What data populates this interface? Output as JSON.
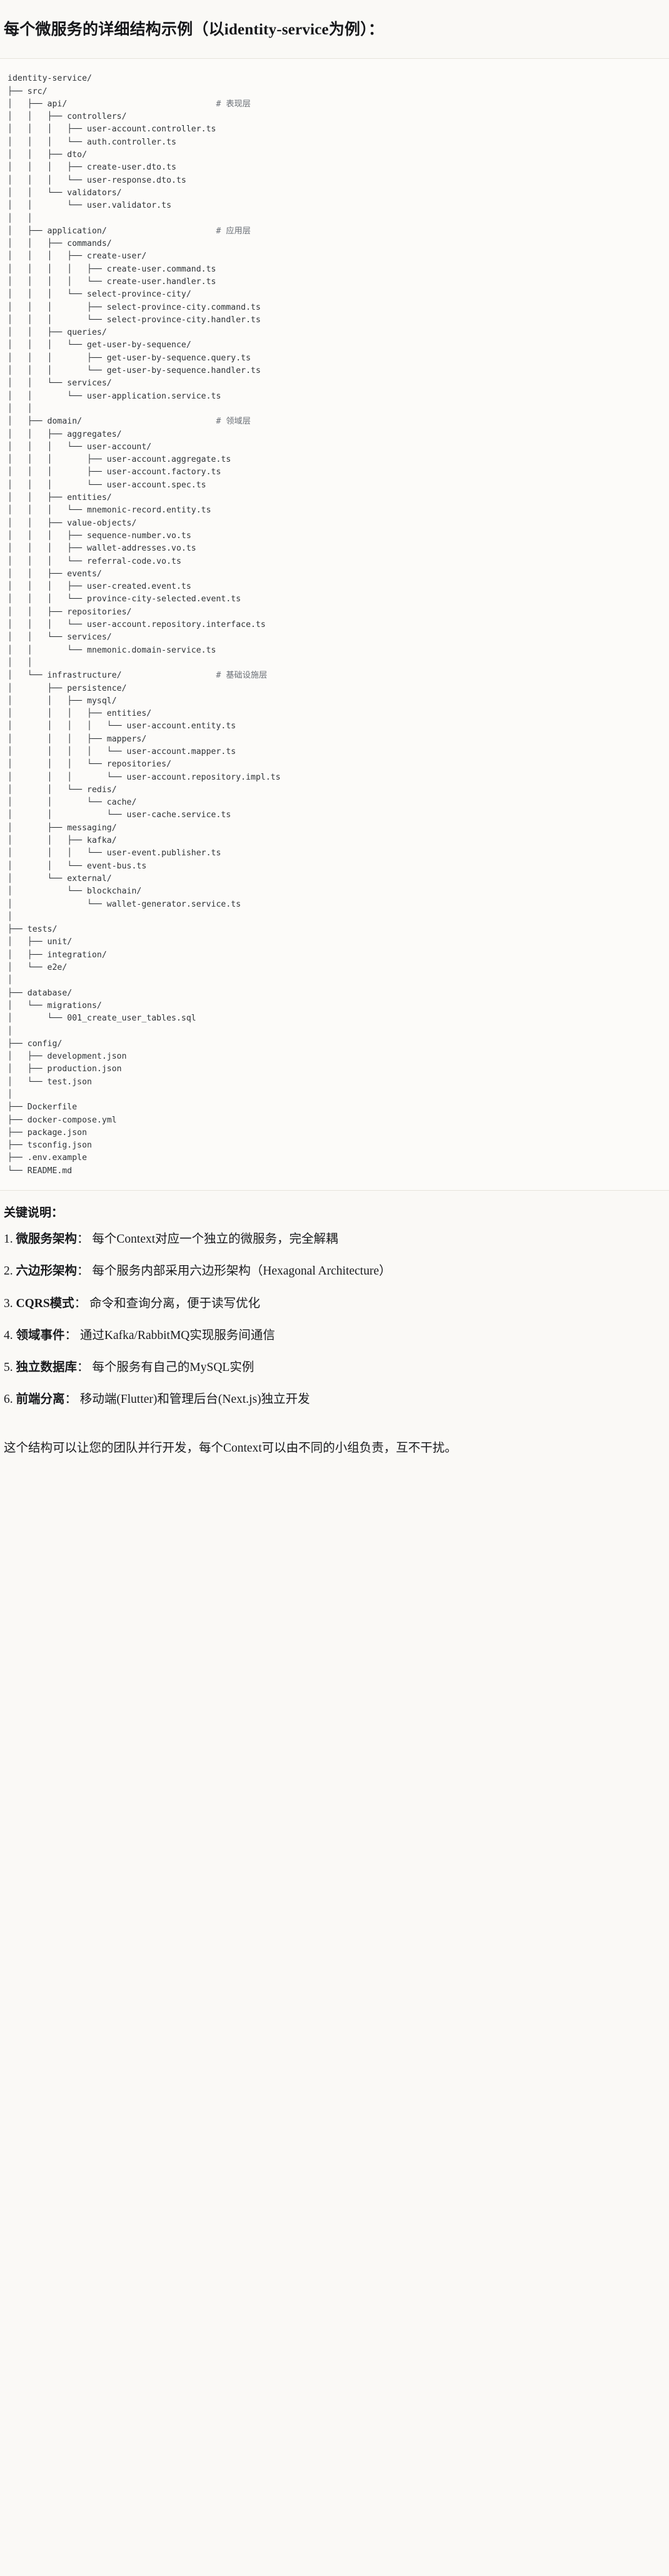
{
  "document": {
    "title": "每个微服务的详细结构示例（以identity-service为例）：",
    "notes_heading": "关键说明：",
    "closing_text": "这个结构可以让您的团队并行开发，每个Context可以由不同的小组负责，互不干扰。"
  },
  "tree": {
    "root": "identity-service/",
    "comments": {
      "presentation": "# 表现层",
      "application": "# 应用层",
      "domain": "# 领域层",
      "infrastructure": "# 基础设施层"
    },
    "text": "identity-service/\n├── src/\n│   ├── api/                              # 表现层\n│   │   ├── controllers/\n│   │   │   ├── user-account.controller.ts\n│   │   │   └── auth.controller.ts\n│   │   ├── dto/\n│   │   │   ├── create-user.dto.ts\n│   │   │   └── user-response.dto.ts\n│   │   └── validators/\n│   │       └── user.validator.ts\n│   │\n│   ├── application/                      # 应用层\n│   │   ├── commands/\n│   │   │   ├── create-user/\n│   │   │   │   ├── create-user.command.ts\n│   │   │   │   └── create-user.handler.ts\n│   │   │   └── select-province-city/\n│   │   │       ├── select-province-city.command.ts\n│   │   │       └── select-province-city.handler.ts\n│   │   ├── queries/\n│   │   │   └── get-user-by-sequence/\n│   │   │       ├── get-user-by-sequence.query.ts\n│   │   │       └── get-user-by-sequence.handler.ts\n│   │   └── services/\n│   │       └── user-application.service.ts\n│   │\n│   ├── domain/                           # 领域层\n│   │   ├── aggregates/\n│   │   │   └── user-account/\n│   │   │       ├── user-account.aggregate.ts\n│   │   │       ├── user-account.factory.ts\n│   │   │       └── user-account.spec.ts\n│   │   ├── entities/\n│   │   │   └── mnemonic-record.entity.ts\n│   │   ├── value-objects/\n│   │   │   ├── sequence-number.vo.ts\n│   │   │   ├── wallet-addresses.vo.ts\n│   │   │   └── referral-code.vo.ts\n│   │   ├── events/\n│   │   │   ├── user-created.event.ts\n│   │   │   └── province-city-selected.event.ts\n│   │   ├── repositories/\n│   │   │   └── user-account.repository.interface.ts\n│   │   └── services/\n│   │       └── mnemonic.domain-service.ts\n│   │\n│   └── infrastructure/                   # 基础设施层\n│       ├── persistence/\n│       │   ├── mysql/\n│       │   │   ├── entities/\n│       │   │   │   └── user-account.entity.ts\n│       │   │   ├── mappers/\n│       │   │   │   └── user-account.mapper.ts\n│       │   │   └── repositories/\n│       │   │       └── user-account.repository.impl.ts\n│       │   └── redis/\n│       │       └── cache/\n│       │           └── user-cache.service.ts\n│       ├── messaging/\n│       │   ├── kafka/\n│       │   │   └── user-event.publisher.ts\n│       │   └── event-bus.ts\n│       └── external/\n│           └── blockchain/\n│               └── wallet-generator.service.ts\n│\n├── tests/\n│   ├── unit/\n│   ├── integration/\n│   └── e2e/\n│\n├── database/\n│   └── migrations/\n│       └── 001_create_user_tables.sql\n│\n├── config/\n│   ├── development.json\n│   ├── production.json\n│   └── test.json\n│\n├── Dockerfile\n├── docker-compose.yml\n├── package.json\n├── tsconfig.json\n├── .env.example\n└── README.md"
  },
  "notes": [
    {
      "num": "1.",
      "key": "微服务架构",
      "sep": "：",
      "desc": "每个Context对应一个独立的微服务，完全解耦"
    },
    {
      "num": "2.",
      "key": "六边形架构",
      "sep": "：",
      "desc": "每个服务内部采用六边形架构（Hexagonal Architecture）"
    },
    {
      "num": "3.",
      "key": "CQRS模式",
      "sep": "：",
      "desc": "命令和查询分离，便于读写优化"
    },
    {
      "num": "4.",
      "key": "领域事件",
      "sep": "：",
      "desc": "通过Kafka/RabbitMQ实现服务间通信"
    },
    {
      "num": "5.",
      "key": "独立数据库",
      "sep": "：",
      "desc": "每个服务有自己的MySQL实例"
    },
    {
      "num": "6.",
      "key": "前端分离",
      "sep": "：",
      "desc": "移动端(Flutter)和管理后台(Next.js)独立开发"
    }
  ],
  "colors": {
    "background": "#faf9f6",
    "code_background": "#fcfbf9",
    "text": "#1f2024",
    "comment": "#6a6f76",
    "rule": "#e6e3dc"
  }
}
